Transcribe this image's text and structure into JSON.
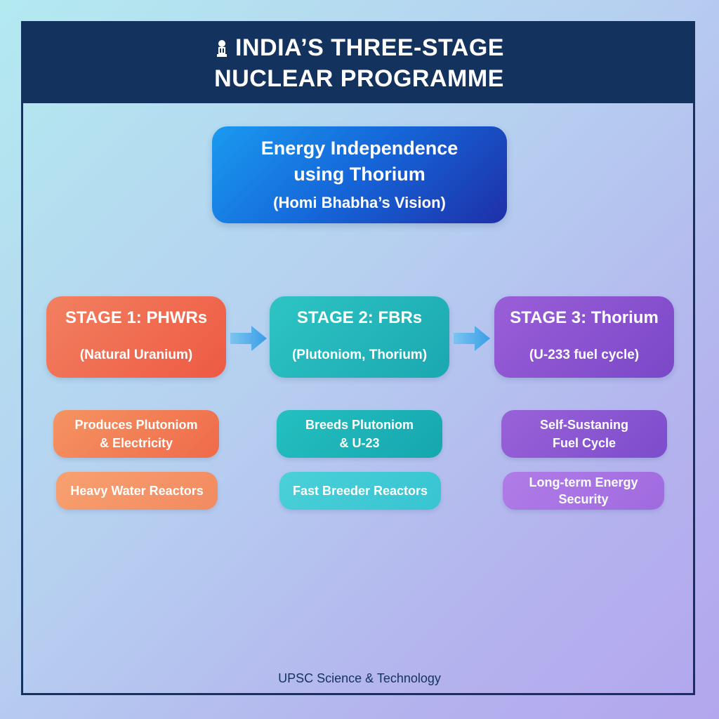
{
  "header": {
    "title_line1": "INDIA’S THREE-STAGE",
    "title_line2": "NUCLEAR PROGRAMME",
    "icon": "emblem-icon"
  },
  "vision": {
    "line1": "Energy Independence",
    "line2": "using Thorium",
    "line3": "(Homi Bhabha’s Vision)"
  },
  "stages": [
    {
      "title": "STAGE 1: PHWRs",
      "subtitle": "(Natural Uranium)",
      "detail_line1": "Produces Plutoniom",
      "detail_line2": "& Electricity",
      "type": "Heavy Water Reactors",
      "color": "#ee5a44"
    },
    {
      "title": "STAGE 2: FBRs",
      "subtitle": "(Plutoniom, Thorium)",
      "detail_line1": "Breeds Plutoniom",
      "detail_line2": "& U-23",
      "type": "Fast Breeder Reactors",
      "color": "#1aa8b0"
    },
    {
      "title": "STAGE 3: Thorium",
      "subtitle": "(U-233 fuel cycle)",
      "detail_line1": "Self-Sustaning",
      "detail_line2": "Fuel Cycle",
      "type_line1": "Long-term Energy",
      "type_line2": "Security",
      "color": "#7a48c8"
    }
  ],
  "arrows": [
    "arrow-right-icon",
    "arrow-right-icon"
  ],
  "footer": {
    "text": "UPSC Science & Technology"
  },
  "colors": {
    "header_bg": "#14325e",
    "arrow": "#4aa8e8"
  }
}
